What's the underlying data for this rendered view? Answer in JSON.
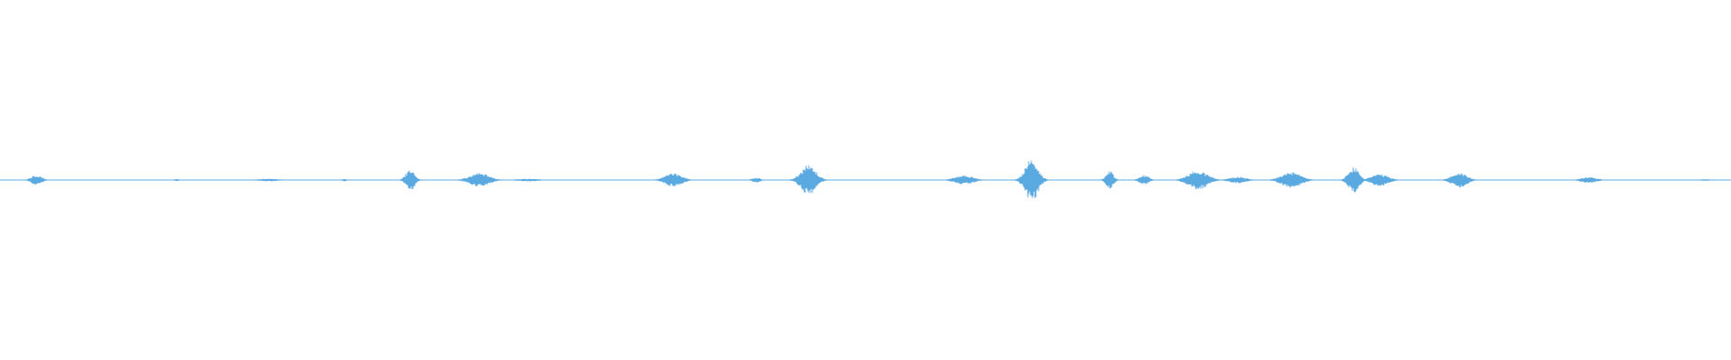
{
  "waveform": {
    "color": "#5aa9e0",
    "baseline_color": "#5aa9e0",
    "duration_fraction_bursts": [
      {
        "center": 0.021,
        "width": 0.01,
        "amplitude": 0.18
      },
      {
        "center": 0.102,
        "width": 0.004,
        "amplitude": 0.04
      },
      {
        "center": 0.155,
        "width": 0.02,
        "amplitude": 0.05
      },
      {
        "center": 0.199,
        "width": 0.004,
        "amplitude": 0.05
      },
      {
        "center": 0.237,
        "width": 0.008,
        "amplitude": 0.42
      },
      {
        "center": 0.277,
        "width": 0.018,
        "amplitude": 0.26
      },
      {
        "center": 0.305,
        "width": 0.02,
        "amplitude": 0.05
      },
      {
        "center": 0.389,
        "width": 0.016,
        "amplitude": 0.25
      },
      {
        "center": 0.437,
        "width": 0.008,
        "amplitude": 0.09
      },
      {
        "center": 0.467,
        "width": 0.014,
        "amplitude": 0.56
      },
      {
        "center": 0.557,
        "width": 0.018,
        "amplitude": 0.17
      },
      {
        "center": 0.596,
        "width": 0.012,
        "amplitude": 0.8
      },
      {
        "center": 0.641,
        "width": 0.007,
        "amplitude": 0.34
      },
      {
        "center": 0.661,
        "width": 0.009,
        "amplitude": 0.18
      },
      {
        "center": 0.692,
        "width": 0.018,
        "amplitude": 0.36
      },
      {
        "center": 0.715,
        "width": 0.016,
        "amplitude": 0.12
      },
      {
        "center": 0.746,
        "width": 0.018,
        "amplitude": 0.3
      },
      {
        "center": 0.782,
        "width": 0.01,
        "amplitude": 0.48
      },
      {
        "center": 0.797,
        "width": 0.016,
        "amplitude": 0.22
      },
      {
        "center": 0.843,
        "width": 0.014,
        "amplitude": 0.28
      },
      {
        "center": 0.918,
        "width": 0.014,
        "amplitude": 0.12
      },
      {
        "center": 0.985,
        "width": 0.012,
        "amplitude": 0.03
      }
    ]
  }
}
